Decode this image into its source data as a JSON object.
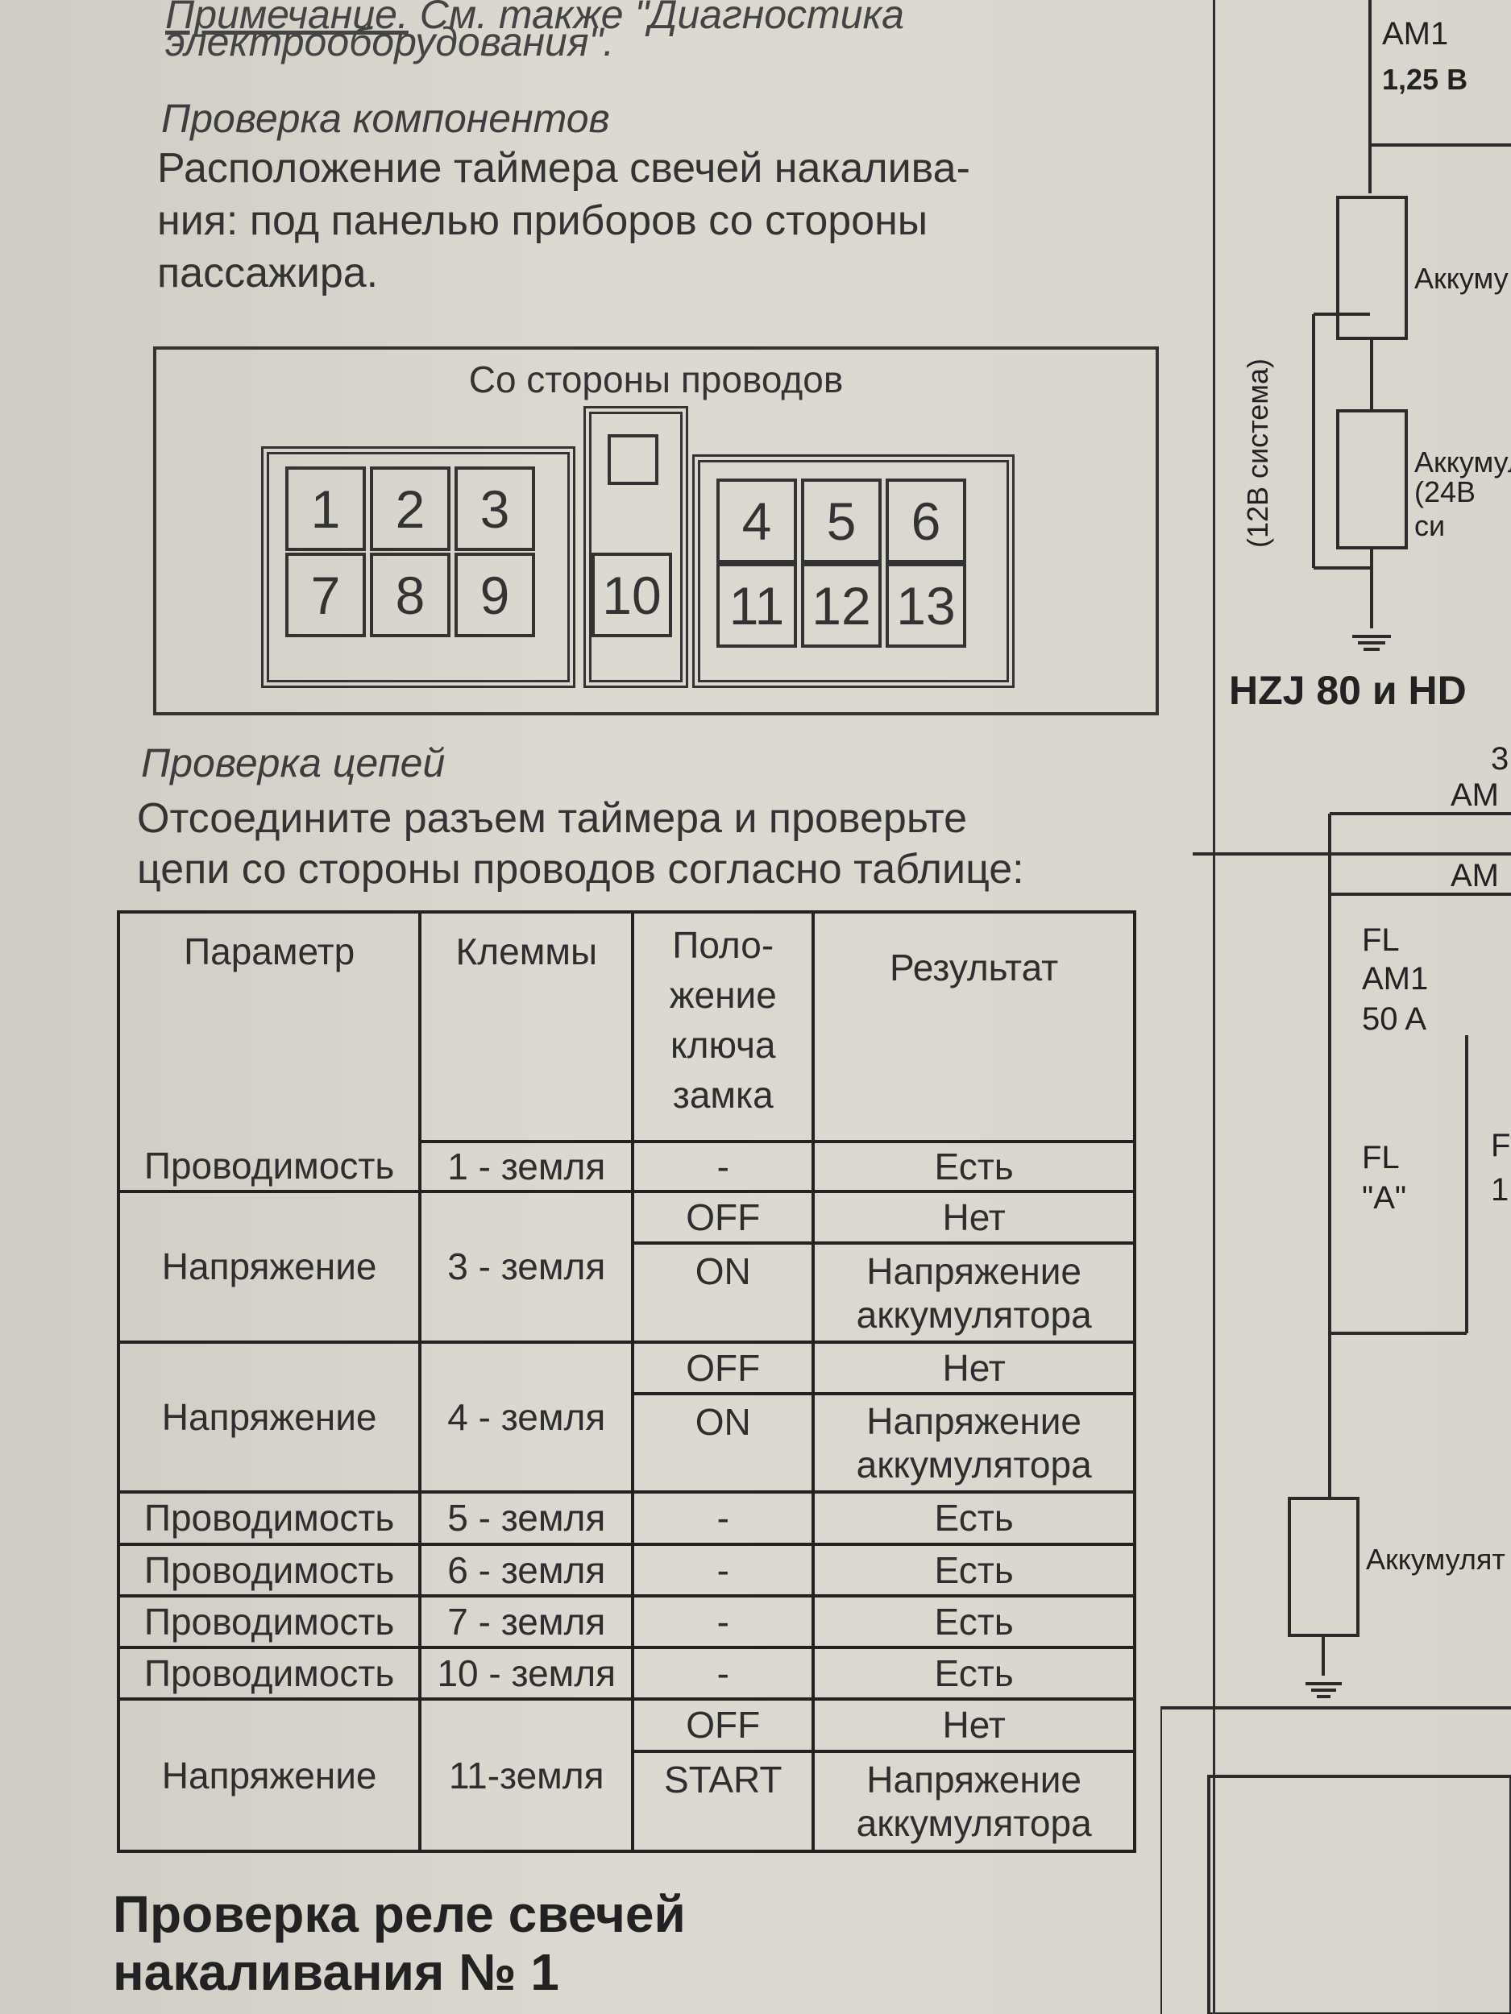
{
  "note": {
    "label": "Примечание.",
    "text1": " См. также \"Диагностика",
    "text2": "электрооборудования\"."
  },
  "component_check": {
    "heading": "Проверка компонентов",
    "line1": "Расположение таймера свечей накалива-",
    "line2": "ния: под панелью приборов со стороны",
    "line3": "пассажира."
  },
  "connector": {
    "title": "Со стороны проводов",
    "pins": [
      "1",
      "2",
      "3",
      "4",
      "5",
      "6",
      "7",
      "8",
      "9",
      "10",
      "11",
      "12",
      "13"
    ]
  },
  "circuit_check": {
    "heading": "Проверка цепей",
    "line1": "Отсоедините разъем таймера и проверьте",
    "line2": "цепи со стороны проводов согласно таблице:"
  },
  "table": {
    "headers": {
      "param": "Параметр",
      "terminals": "Клеммы",
      "key_position": "Поло- жение ключа замка",
      "result": "Результат"
    },
    "rows": [
      {
        "param": "Проводимость",
        "terminals": "1 - земля",
        "key": "-",
        "result": "Есть"
      },
      {
        "param": "Напряжение",
        "terminals": "3 - земля",
        "key": "OFF",
        "result": "Нет",
        "key2": "ON",
        "result2": "Напряжение аккумулятора"
      },
      {
        "param": "Напряжение",
        "terminals": "4 - земля",
        "key": "OFF",
        "result": "Нет",
        "key2": "ON",
        "result2": "Напряжение аккумулятора"
      },
      {
        "param": "Проводимость",
        "terminals": "5 - земля",
        "key": "-",
        "result": "Есть"
      },
      {
        "param": "Проводимость",
        "terminals": "6 - земля",
        "key": "-",
        "result": "Есть"
      },
      {
        "param": "Проводимость",
        "terminals": "7 - земля",
        "key": "-",
        "result": "Есть"
      },
      {
        "param": "Проводимость",
        "terminals": "10 - земля",
        "key": "-",
        "result": "Есть"
      },
      {
        "param": "Напряжение",
        "terminals": "11-земля",
        "key": "OFF",
        "result": "Нет",
        "key2": "START",
        "result2": "Напряжение аккумулятора"
      }
    ]
  },
  "bottom_title": {
    "line1": "Проверка реле свечей",
    "line2": "накаливания № 1"
  },
  "right_panel": {
    "am1_top": "AM1",
    "am1_top_val": "1,25 В",
    "akkum1": "Аккуму",
    "system_12": "(12В система)",
    "akkum2": "Аккумул",
    "akkum2_sub": "(24В си",
    "model": "HZJ 80 и HD",
    "am_a": "AM",
    "am_b": "AM",
    "fl_am1_1": "FL",
    "fl_am1_2": "AM1",
    "fl_am1_3": "50 A",
    "fl_a_1": "FL",
    "fl_a_2": "\"A\"",
    "fl_r": "F",
    "fl_r2": "1.",
    "akkum3": "Аккумулят",
    "num3": "3"
  },
  "colors": {
    "paper": "#d9d6cf",
    "ink": "#2a2a2a"
  }
}
